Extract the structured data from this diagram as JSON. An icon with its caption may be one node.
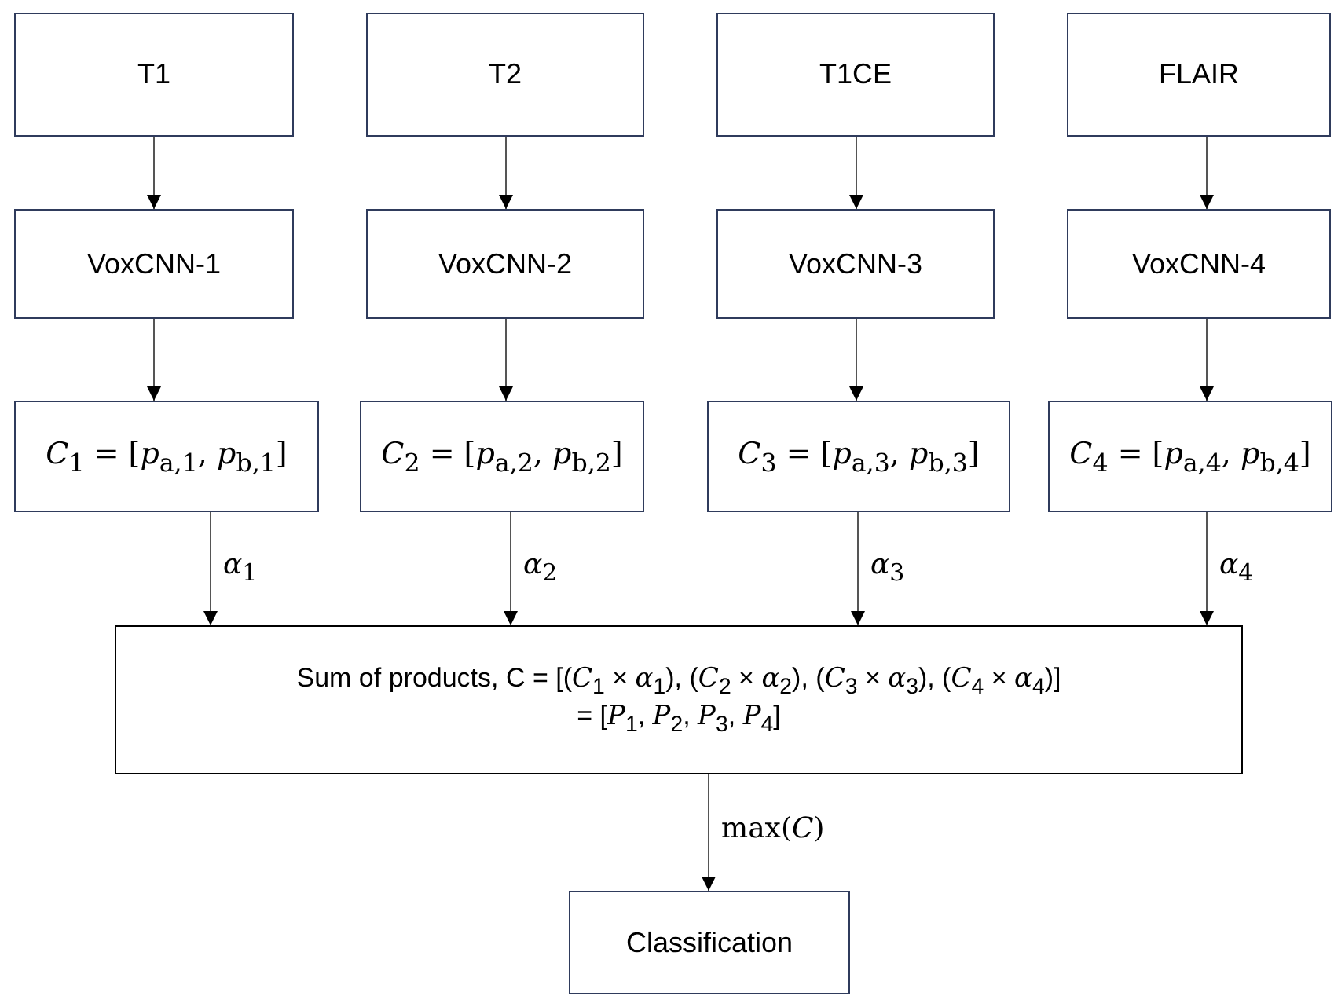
{
  "diagram": {
    "nodes": [
      {
        "text": [
          "T1"
        ]
      },
      {
        "text": [
          "T2"
        ]
      },
      {
        "text": [
          "T1CE"
        ]
      },
      {
        "text": [
          "FLAIR"
        ]
      },
      {
        "text": [
          "VoxCNN-1"
        ]
      },
      {
        "text": [
          "VoxCNN-2"
        ]
      },
      {
        "text": [
          "VoxCNN-3"
        ]
      },
      {
        "text": [
          "VoxCNN-4"
        ]
      },
      {
        "text": [
          "*C*$_{1}$ = [*p*$_{a,1}$, *p*$_{b,1}$]"
        ]
      },
      {
        "text": [
          "*C*$_{2}$ = [*p*$_{a,2}$, *p*$_{b,2}$]"
        ]
      },
      {
        "text": [
          "*C*$_{3}$ = [*p*$_{a,3}$, *p*$_{b,3}$]"
        ]
      },
      {
        "text": [
          "*C*$_{4}$ = [*p*$_{a,4}$, *p*$_{b,4}$]"
        ]
      },
      {
        "text": [
          "Sum of products, C = [(*C*$_{1}$ × *α*$_{1}$), (*C*$_{2}$ × *α*$_{2}$), (*C*$_{3}$ × *α*$_{3}$), (*C*$_{4}$ × *α*$_{4}$)]",
          "= [*P*$_{1}$, *P*$_{2}$, *P*$_{3}$, *P*$_{4}$]"
        ]
      },
      {
        "text": [
          "Classification"
        ]
      }
    ],
    "edges": [
      {
        "from": 0,
        "to": 4,
        "arrow": "to"
      },
      {
        "from": 1,
        "to": 5,
        "arrow": "to"
      },
      {
        "from": 2,
        "to": 6,
        "arrow": "to"
      },
      {
        "from": 3,
        "to": 7,
        "arrow": "to"
      },
      {
        "from": 4,
        "to": 8,
        "arrow": "to"
      },
      {
        "from": 5,
        "to": 9,
        "arrow": "to"
      },
      {
        "from": 6,
        "to": 10,
        "arrow": "to"
      },
      {
        "from": 7,
        "to": 11,
        "arrow": "to"
      },
      {
        "from": 8,
        "to": 12,
        "arrow": "to",
        "label": "*α*$_{1}$"
      },
      {
        "from": 9,
        "to": 12,
        "arrow": "to",
        "label": "*α*$_{2}$"
      },
      {
        "from": 10,
        "to": 12,
        "arrow": "to",
        "label": "*α*$_{3}$"
      },
      {
        "from": 11,
        "to": 12,
        "arrow": "to",
        "label": "*α*$_{4}$"
      },
      {
        "from": 12,
        "to": 13,
        "arrow": "to",
        "label": "max(*C*)"
      }
    ]
  }
}
